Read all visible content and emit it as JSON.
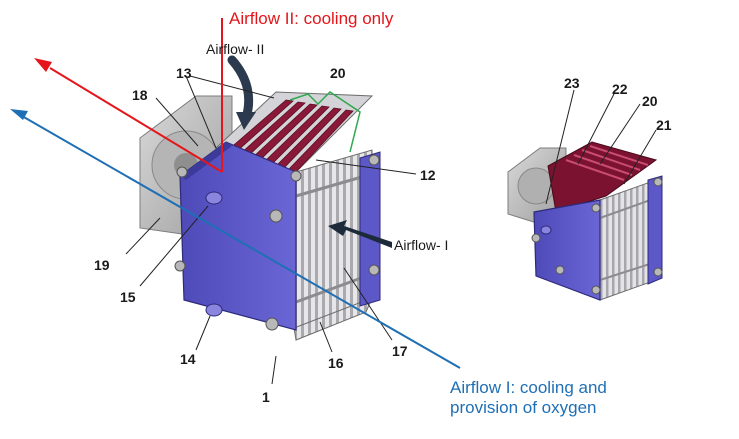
{
  "diagram": {
    "airflow2_caption": "Airflow II: cooling only",
    "airflow1_caption_line1": "Airflow I: cooling and",
    "airflow1_caption_line2": "provision of oxygen",
    "airflow2_label": "Airflow- II",
    "airflow1_label": "Airflow- I",
    "numbers": {
      "n1": "1",
      "n12": "12",
      "n13": "13",
      "n14": "14",
      "n15": "15",
      "n16": "16",
      "n17": "17",
      "n18": "18",
      "n19": "19",
      "n20_left": "20",
      "n20_right": "20",
      "n21": "21",
      "n22": "22",
      "n23": "23"
    }
  },
  "colors": {
    "airflow2_red": "#e4161b",
    "airflow1_blue": "#1f6fb5",
    "endplate_purple": "#5c58c8",
    "membrane_maroon": "#8a1838",
    "fin_gray": "#c9c9cc",
    "bracket_green": "#2fa84f"
  }
}
